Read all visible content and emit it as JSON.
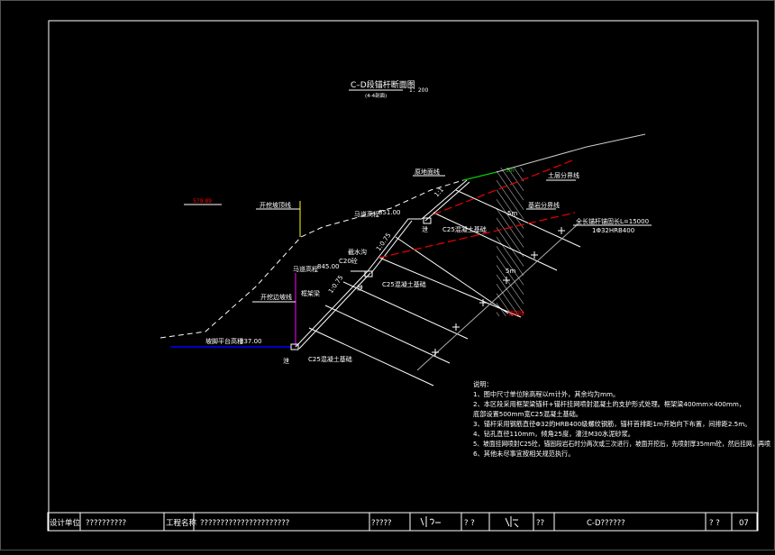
{
  "drawing": {
    "title": "C–D段锚杆断面图",
    "subtitle": "(4-4剖面)",
    "scale": "1：200",
    "labels": {
      "red_elev": "579.89",
      "design_slope": "开挖坡顶线",
      "platform_elev_label": "马道高程",
      "platform_elev_1": "851.00",
      "platform_elev_2": "845.00",
      "platform_top_label": "马道高程",
      "ground_line": "原地面线",
      "excav_line": "开挖边坡线",
      "base_label": "坡脚平台高程",
      "base_elev": "837.00",
      "ratio_1": "1:1",
      "ratio_2": "1:0.75",
      "ratio_3": "1:0.75",
      "drain_1": "截水沟",
      "c20": "C20砼",
      "frame": "框架梁",
      "c25_1": "C25混凝土基础",
      "c25_2": "C25混凝土基础",
      "c25_3": "C25混凝土基础",
      "soil_boundary": "土层分界线",
      "rock_boundary": "基岩分界线",
      "anchor_len": "全长锚杆锚固长L=15000",
      "anchor_spec": "1Φ32HRB400",
      "stress_1": "5m",
      "stress_2": "5m",
      "green_tag": "5m",
      "red_bottom": "锚固段",
      "drain_tag": "泄"
    }
  },
  "notes": {
    "heading": "说明：",
    "items": [
      "1、图中尺寸单位除高程以m计外，其余均为mm。",
      "2、本区段采用框架梁锚杆+锚杆挂网喷射混凝土的支护形式处理。框架梁400mm×400mm，",
      "    底部设置500mm宽C25混凝土基础。",
      "3、锚杆采用钢筋直径Φ32的HRB400级螺纹钢筋，锚杆首排距1m开始向下布置，间排距2.5m。",
      "4、钻孔直径110mm，倾角25度，灌注M30水泥砂浆。",
      "5、坡面挂网喷射C25砼，锚固段岩石时分两次或三次进行，坡面开挖后，先喷射厚35mm砼，然后挂网，再喷",
      "6、其他未尽事宜按相关规范执行。"
    ]
  },
  "title_block": {
    "design_unit_label": "设计单位",
    "design_unit_value": "??????????",
    "project_label": "工程名称",
    "project_value": "??????????????????????",
    "field_1": "?????",
    "field_2": "? ?",
    "field_3": "??",
    "drawing_name": "C-D??????",
    "field_4": "? ?",
    "sheet_no": "07"
  },
  "colors": {
    "bg": "#000000",
    "line": "#ffffff",
    "red": "#ff0000",
    "green": "#00cc00",
    "blue": "#0000ff",
    "yellow": "#ffff00",
    "magenta": "#ff00ff"
  }
}
